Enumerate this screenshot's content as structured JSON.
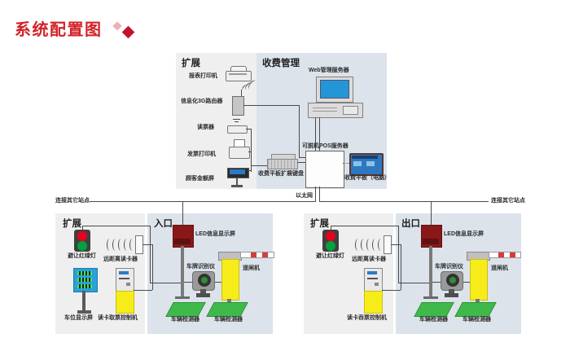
{
  "title": {
    "text": "系统配置图"
  },
  "net": {
    "ethernet": "以太网",
    "link_left": "连接其它站点",
    "link_right": "连接其它站点"
  },
  "top_expand": {
    "header": "扩展",
    "report_printer": "报表打印机",
    "router": "信息化3G路由器",
    "ticket_reader": "读票器",
    "invoice_printer": "发票打印机",
    "customer_screen": "顾客金额屏"
  },
  "fee": {
    "header": "收费管理",
    "web_server": "Web管理服务器",
    "pos_server": "可脱机POS服务器",
    "keyboard": "收费平板扩展键盘",
    "tablet": "收费平板（电脑）"
  },
  "left_expand": {
    "header": "扩展",
    "traffic_light": "避让红绿灯",
    "rfid_reader": "远距离读卡器",
    "parking_display": "车位显示屏",
    "kiosk": "读卡取票控制机"
  },
  "entry": {
    "header": "入口",
    "led": "LED信息显示屏",
    "camera": "车牌识别仪",
    "gate": "道闸机",
    "detector_a": "车辆检测器",
    "detector_b": "车辆检测器"
  },
  "right_expand": {
    "header": "扩展",
    "traffic_light": "避让红绿灯",
    "rfid_reader": "远距离读卡器",
    "kiosk": "读卡吞票控制机"
  },
  "exit": {
    "header": "出口",
    "led": "LED信息显示屏",
    "camera": "车牌识别仪",
    "gate": "道闸机",
    "detector_a": "车辆检测器",
    "detector_b": "车辆检测器"
  },
  "icons": {
    "diamond-accents": "two rotated squares after title",
    "printer-icon": "gray printer shape",
    "router-icon": "box with antenna signal arcs",
    "signal-arcs-icon": "((((( radio waves",
    "traffic-light-icon": "red/green lamp box",
    "camera-icon": "lens on mount",
    "barrier-gate-icon": "yellow cabinet with striped arm",
    "vehicle-detector-icon": "green ground loop pad"
  },
  "colors": {
    "accent_red": "#d2232a",
    "diamond_pink": "#f2aeb6",
    "diamond_red": "#c41230",
    "box_gray": "#f0eff0",
    "box_blue": "#dce3eb",
    "wire": "#4a4a4a",
    "device_yellow": "#f6ec1a",
    "detector_green": "#3fba4a",
    "led_red": "#8a1818",
    "screen_blue": "#2496d8",
    "lamp_red": "#e8001d",
    "lamp_green": "#00a23e"
  }
}
